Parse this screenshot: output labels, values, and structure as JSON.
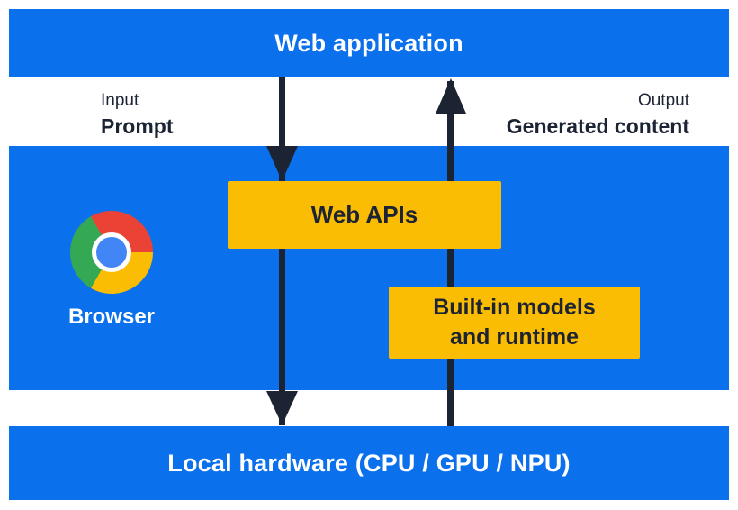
{
  "colors": {
    "background": "#ffffff",
    "panel_blue": "#0b70ec",
    "box_yellow": "#fbbc04",
    "ink_navy": "#1c2434",
    "text_white": "#ffffff",
    "chrome_red": "#ea4335",
    "chrome_yellow": "#fbbc04",
    "chrome_green": "#34a853",
    "chrome_blue": "#4285f4"
  },
  "top_bar": {
    "label": "Web application"
  },
  "flow": {
    "input_caption": "Input",
    "input_value": "Prompt",
    "output_caption": "Output",
    "output_value": "Generated content"
  },
  "browser_panel": {
    "browser_label": "Browser",
    "web_apis_label": "Web APIs",
    "builtin_line1": "Built-in models",
    "builtin_line2": "and runtime"
  },
  "icons": {
    "browser": "chrome-logo-icon",
    "input_arrow": "arrow-down-icon",
    "output_arrow": "arrow-up-icon"
  },
  "bottom_bar": {
    "label": "Local hardware (CPU / GPU / NPU)"
  }
}
